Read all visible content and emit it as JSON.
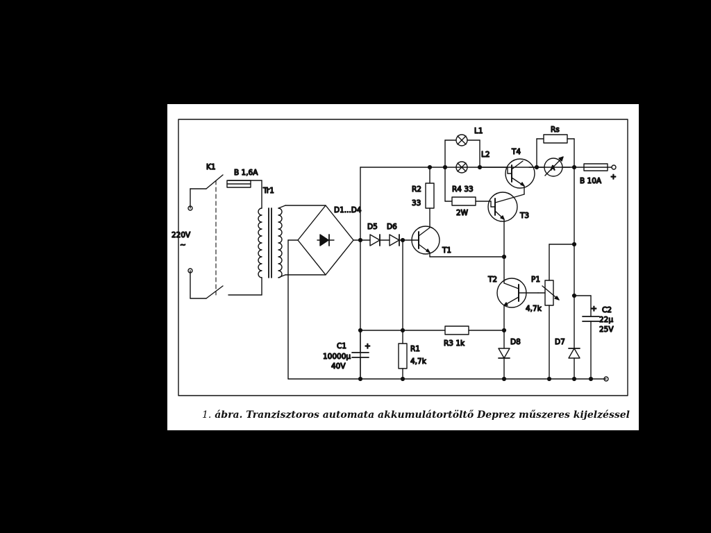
{
  "labels": {
    "k1": "K1",
    "fuse_in": "B  1,6A",
    "mains": "220V",
    "mains_ac": "~",
    "transformer": "Tr1",
    "bridge": "D1...D4",
    "d5": "D5",
    "d6": "D6",
    "r2": "R2",
    "r2_val": "33",
    "l1": "L1",
    "l2": "L2",
    "r4": "R4  33",
    "r4_w": "2W",
    "t4": "T4",
    "rs": "Rs",
    "ammeter": "A",
    "fuse_out": "B   10A",
    "plus": "+",
    "t3": "T3",
    "t1": "T1",
    "t2": "T2",
    "p1": "P1",
    "p1_val": "4,7k",
    "c2": "C2",
    "c2_cap": "22µ",
    "c2_volt": "25V",
    "c1": "C1",
    "c1_cap": "10000µ",
    "c1_volt": "40V",
    "r1": "R1",
    "r1_val": "4,7k",
    "r3": "R3  1k",
    "d8": "D8",
    "d7": "D7",
    "c1_plus": "+",
    "c2_plus": "+"
  },
  "caption": {
    "number": "1.",
    "word": "ábra.",
    "title": "Tranzisztoros automata akkumulátortöltő Deprez műszeres kijelzéssel"
  },
  "colors": {
    "ink": "#111111",
    "paper": "#ffffff",
    "background": "#000000"
  }
}
